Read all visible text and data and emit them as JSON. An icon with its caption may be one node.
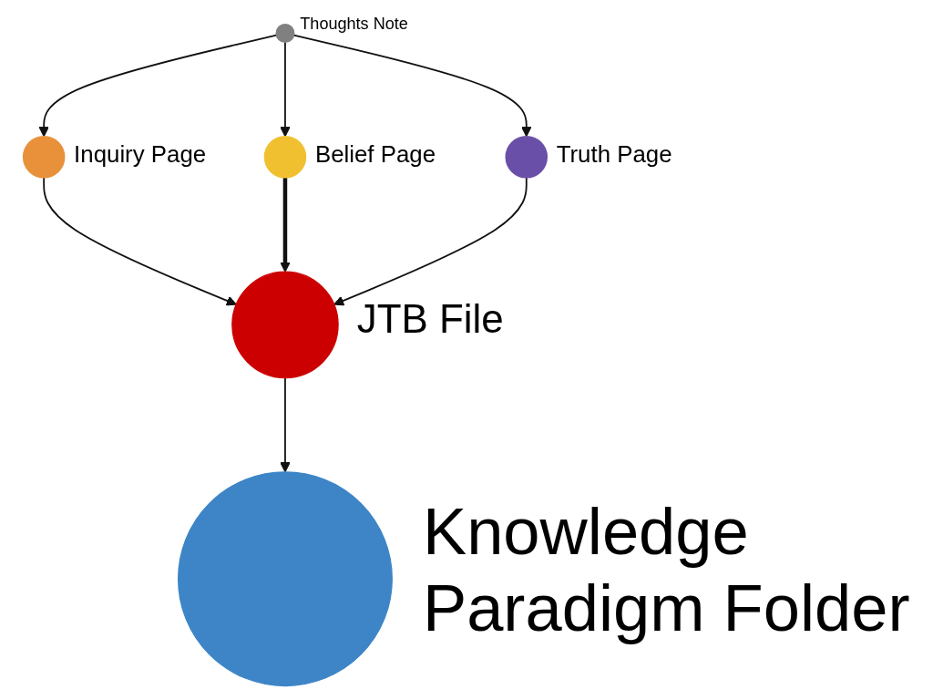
{
  "diagram": {
    "nodes": [
      {
        "text": [],
        "shape": "circle",
        "beside": [
          "Thoughts Note"
        ]
      },
      {
        "text": [],
        "shape": "circle",
        "beside": [
          "Belief Page"
        ]
      },
      {
        "text": [],
        "shape": "circle",
        "beside": [
          "Inquiry Page"
        ]
      },
      {
        "text": [],
        "shape": "circle",
        "beside": [
          "Truth Page"
        ]
      },
      {
        "text": [],
        "shape": "circle",
        "beside": [
          "JTB File"
        ]
      },
      {
        "text": [],
        "shape": "circle",
        "beside": [
          "Knowledge Paradigm Folder"
        ]
      }
    ],
    "edges": [
      {
        "from": 0,
        "to": 2,
        "arrow": "to"
      },
      {
        "from": 0,
        "to": 1,
        "arrow": "to"
      },
      {
        "from": 0,
        "to": 3,
        "arrow": "to"
      },
      {
        "from": 2,
        "to": 4,
        "arrow": "to"
      },
      {
        "from": 1,
        "to": 4,
        "arrow": "to",
        "style": "thick"
      },
      {
        "from": 3,
        "to": 4,
        "arrow": "to"
      },
      {
        "from": 4,
        "to": 5,
        "arrow": "to"
      }
    ]
  }
}
